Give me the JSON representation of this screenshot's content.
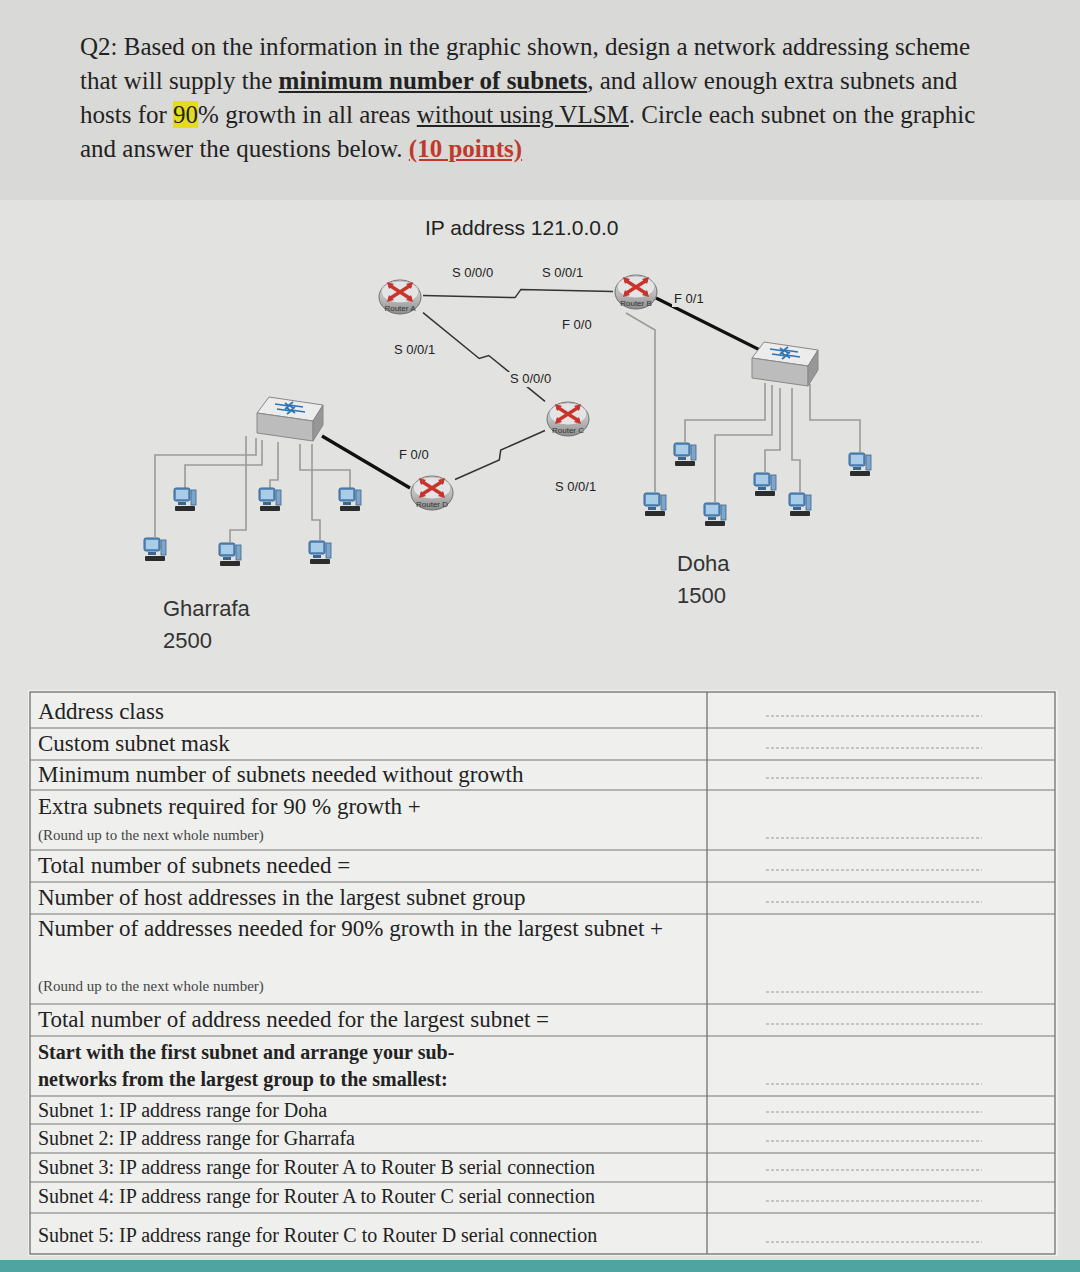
{
  "diagram": {
    "nodes": [
      {
        "text": [
          "Router A"
        ]
      },
      {
        "text": [
          "Router B"
        ]
      },
      {
        "text": [
          "Router C"
        ]
      },
      {
        "text": [
          "Router D"
        ]
      }
    ],
    "edges": [
      {
        "from": 0,
        "to": 1,
        "arrow": "none"
      },
      {
        "from": 0,
        "to": 2,
        "arrow": "none"
      },
      {
        "from": 2,
        "to": 3,
        "arrow": "none"
      }
    ],
    "labels": [
      "Q2: Based on the information in the graphic shown, design a network addressing scheme that will supply the",
      "minimum number of subnets",
      ", and allow enough extra subnets and hosts for",
      "90",
      "% growth in all areas",
      "without using VLSM",
      ". Circle each subnet on the graphic and answer the questions below.",
      "(10 points)",
      "IP address 121.0.0.0",
      "S 0/0/0",
      "S 0/0/1",
      "F 0/1",
      "F 0/0",
      "S 0/0/1",
      "S 0/0/0",
      "F 0/0",
      "S 0/0/1",
      "Gharrafa",
      "2500",
      "Doha",
      "1500",
      "Address class",
      "Custom subnet mask",
      "Minimum number of subnets needed without growth",
      "Extra subnets required for 90 % growth +",
      "(Round up to the next whole number)",
      "Total number of subnets needed =",
      "Number of host addresses in the largest subnet group",
      "Number of addresses needed for 90% growth in the largest subnet +",
      "(Round up to the next whole number)",
      "Total number of address needed for the largest subnet =",
      "Start with the first subnet and arrange your sub-networks from the largest group to the smallest:",
      "Subnet 1: IP address range for Doha",
      "Subnet 2: IP address range for Gharrafa",
      "Subnet 3: IP address range for Router A to Router B serial connection",
      "Subnet 4: IP address range for Router A to Router C serial connection",
      "Subnet 5: IP address range for Router C to Router D serial connection"
    ]
  }
}
